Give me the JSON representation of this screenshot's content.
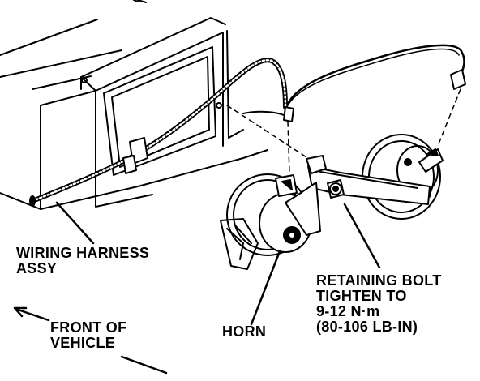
{
  "labels": {
    "wiring_harness": {
      "line1": "WIRING HARNESS",
      "line2": "ASSY"
    },
    "horn": "HORN",
    "retaining_bolt": {
      "line1": "RETAINING BOLT",
      "line2": "TIGHTEN TO",
      "line3": "9-12 N·m",
      "line4": "(80-106 LB-IN)"
    },
    "front_of_vehicle": {
      "line1": "FRONT OF",
      "line2": "VEHICLE"
    }
  },
  "colors": {
    "ink": "#000000",
    "paper": "#ffffff"
  }
}
